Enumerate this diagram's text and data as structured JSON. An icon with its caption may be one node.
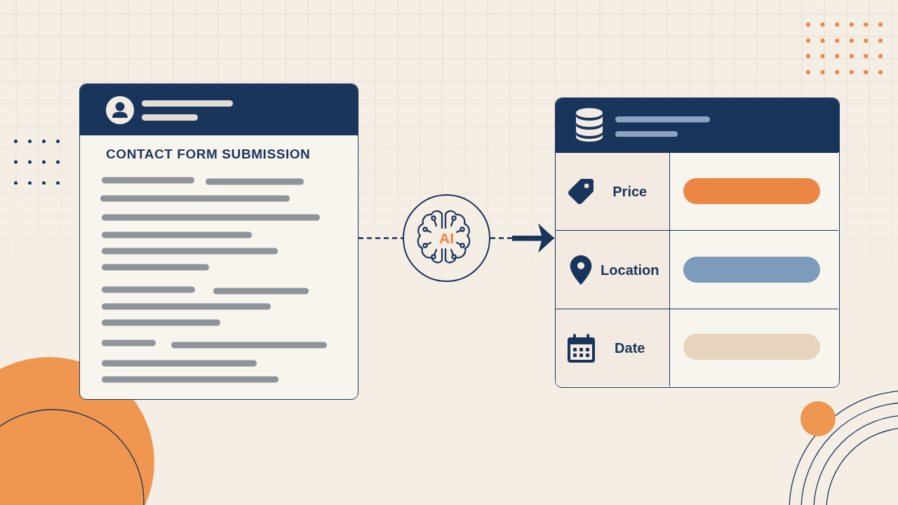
{
  "diagram": {
    "nodes": [
      {
        "text": [
          "CONTACT FORM SUBMISSION"
        ]
      },
      {
        "text": [
          "AI"
        ]
      },
      {
        "text": [],
        "shape": "box"
      },
      {
        "text": [
          "Price"
        ],
        "in": 2
      },
      {
        "text": [],
        "shape": "bar",
        "in": 3
      },
      {
        "text": [
          "Location"
        ],
        "in": 2
      },
      {
        "text": [],
        "shape": "bar",
        "in": 5
      },
      {
        "text": [
          "Date"
        ],
        "in": 2
      },
      {
        "text": [],
        "shape": "bar",
        "in": 7
      }
    ],
    "edges": [
      {
        "from": 0,
        "to": 1,
        "arrow": "none",
        "style": "dashed"
      },
      {
        "from": 1,
        "to": 2,
        "arrow": "to",
        "style": "dashed"
      }
    ]
  }
}
